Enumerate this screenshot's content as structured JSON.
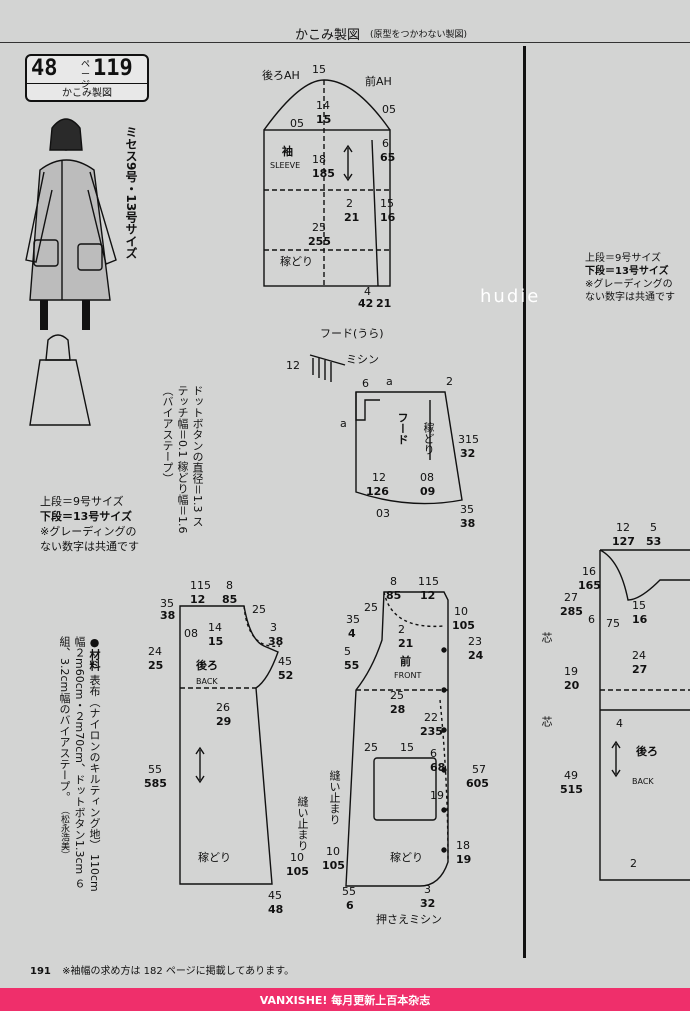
{
  "header": {
    "title": "かこみ製図",
    "subtitle": "(原型をつかわない製図)"
  },
  "reference": {
    "number_left": "48",
    "page_unit": "ページ",
    "number_right": "119",
    "label": "かこみ製図"
  },
  "size_title": "ミセス9号・13号サイズ",
  "size_notes": {
    "left": [
      "上段＝9号サイズ",
      "下段＝13号サイズ",
      "※グレーディングの",
      "ない数字は共通です"
    ],
    "right": [
      "上段＝9号サイズ",
      "下段＝13号サイズ",
      "※グレーディングの",
      "ない数字は共通です"
    ]
  },
  "button_note": [
    "ドットボタンの直径＝1.3",
    "ステッチ幅＝0.1",
    "稼どり幅＝1.6",
    "（バイアステープ）"
  ],
  "materials": [
    "●材料",
    "表布（ナイロンのキルティング地）",
    "110cm幅２m60cm・２m70cm、ドットボタン1.3cm",
    "６組、3.2cm幅のバイアステープ。",
    "（松永浩美）"
  ],
  "footnote": {
    "page": "191",
    "text": "※袖幅の求め方は 182 ページに掲載してあります。"
  },
  "footer": {
    "text": "VANXISHE! 每月更新上百本杂志"
  },
  "watermark": "hudie",
  "pieces": {
    "sleeve": {
      "name": "袖",
      "name_en": "SLEEVE",
      "labels": [
        "後ろAH",
        "前AH",
        "15",
        "05",
        "14",
        "15",
        "05",
        "18",
        "185",
        "6",
        "65",
        "2",
        "21",
        "15",
        "16",
        "25",
        "255",
        "稼どり",
        "4",
        "42",
        "21"
      ]
    },
    "hood": {
      "name": "フード",
      "lining": "フード(うら)",
      "labels": [
        "ミシン",
        "12",
        "6",
        "a",
        "2",
        "a",
        "315",
        "32",
        "12",
        "126",
        "08",
        "09",
        "35",
        "38",
        "03",
        "稼どり"
      ]
    },
    "back": {
      "name": "後ろ",
      "name_en": "BACK",
      "labels": [
        "115",
        "12",
        "8",
        "85",
        "35",
        "38",
        "25",
        "08",
        "14",
        "15",
        "3",
        "38",
        "24",
        "25",
        "45",
        "52",
        "26",
        "29",
        "55",
        "585",
        "縫い止まり",
        "稼どり",
        "10",
        "105",
        "45",
        "48"
      ]
    },
    "front": {
      "name": "前",
      "name_en": "FRONT",
      "labels": [
        "8",
        "85",
        "115",
        "12",
        "25",
        "35",
        "4",
        "10",
        "105",
        "2",
        "21",
        "23",
        "24",
        "5",
        "55",
        "25",
        "28",
        "22",
        "235",
        "25",
        "15",
        "6",
        "68",
        "19",
        "57",
        "605",
        "縫い止まり",
        "10",
        "105",
        "稼どり",
        "18",
        "19",
        "55",
        "6",
        "3",
        "32",
        "押さえミシン"
      ]
    },
    "back_right": {
      "name": "後ろ",
      "name_en": "BACK",
      "labels": [
        "12",
        "127",
        "5",
        "53",
        "16",
        "165",
        "27",
        "285",
        "6",
        "75",
        "15",
        "16",
        "24",
        "27",
        "19",
        "20",
        "4",
        "49",
        "515",
        "2",
        "芯",
        "芯"
      ]
    }
  }
}
